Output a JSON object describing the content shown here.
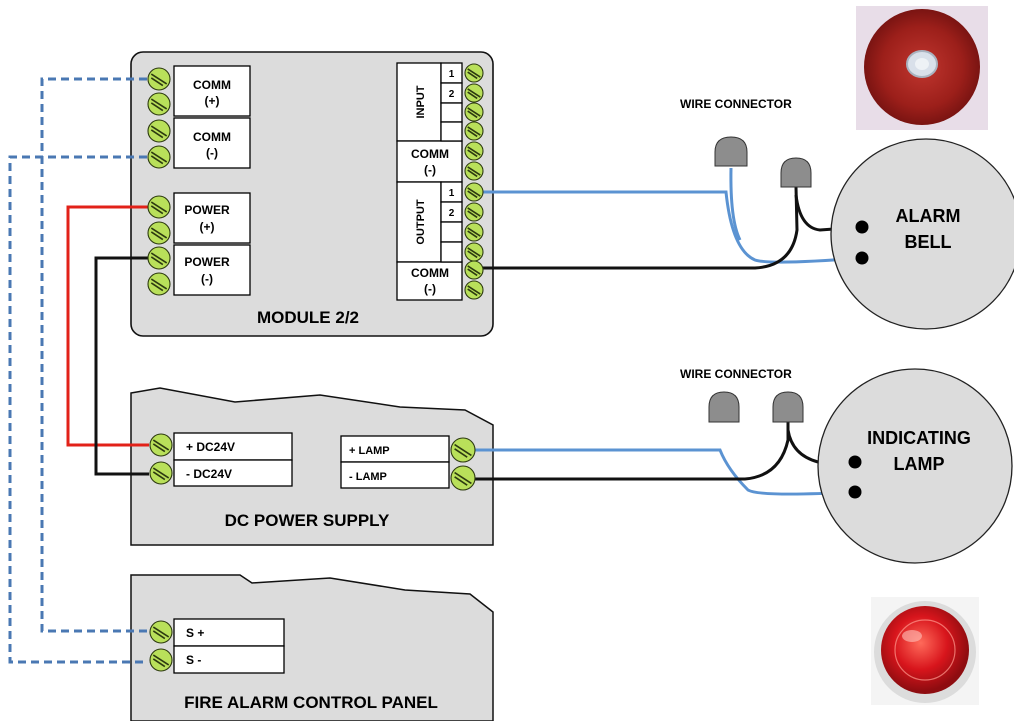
{
  "module": {
    "title": "MODULE 2/2",
    "comm_plus": [
      "COMM",
      "(+)"
    ],
    "comm_minus": [
      "COMM",
      "(-)"
    ],
    "power_plus": [
      "POWER",
      "(+)"
    ],
    "power_minus": [
      "POWER",
      "(-)"
    ],
    "input_label": "INPUT",
    "output_label": "OUTPUT",
    "pin_1": "1",
    "pin_2": "2",
    "comm_right": [
      "COMM",
      "(-)"
    ]
  },
  "power_supply": {
    "title": "DC POWER SUPPLY",
    "dc_plus": "+ DC24V",
    "dc_minus": "-  DC24V",
    "lamp_plus": "+ LAMP",
    "lamp_minus": "-  LAMP"
  },
  "control_panel": {
    "title": "FIRE ALARM CONTROL PANEL",
    "s_plus": "S +",
    "s_minus": "S  -"
  },
  "alarm_bell": {
    "wire_connector": "WIRE CONNECTOR",
    "label": [
      "ALARM",
      "BELL"
    ]
  },
  "indicating_lamp": {
    "wire_connector": "WIRE CONNECTOR",
    "label": [
      "INDICATING",
      "LAMP"
    ]
  },
  "colors": {
    "signal_wire": "#5b93d2",
    "ground_wire": "#111111",
    "positive_wire": "#e22118",
    "comm_loop": "#4a78b3",
    "terminal": "#b9e05a",
    "enclosure": "#dcdcdc"
  }
}
